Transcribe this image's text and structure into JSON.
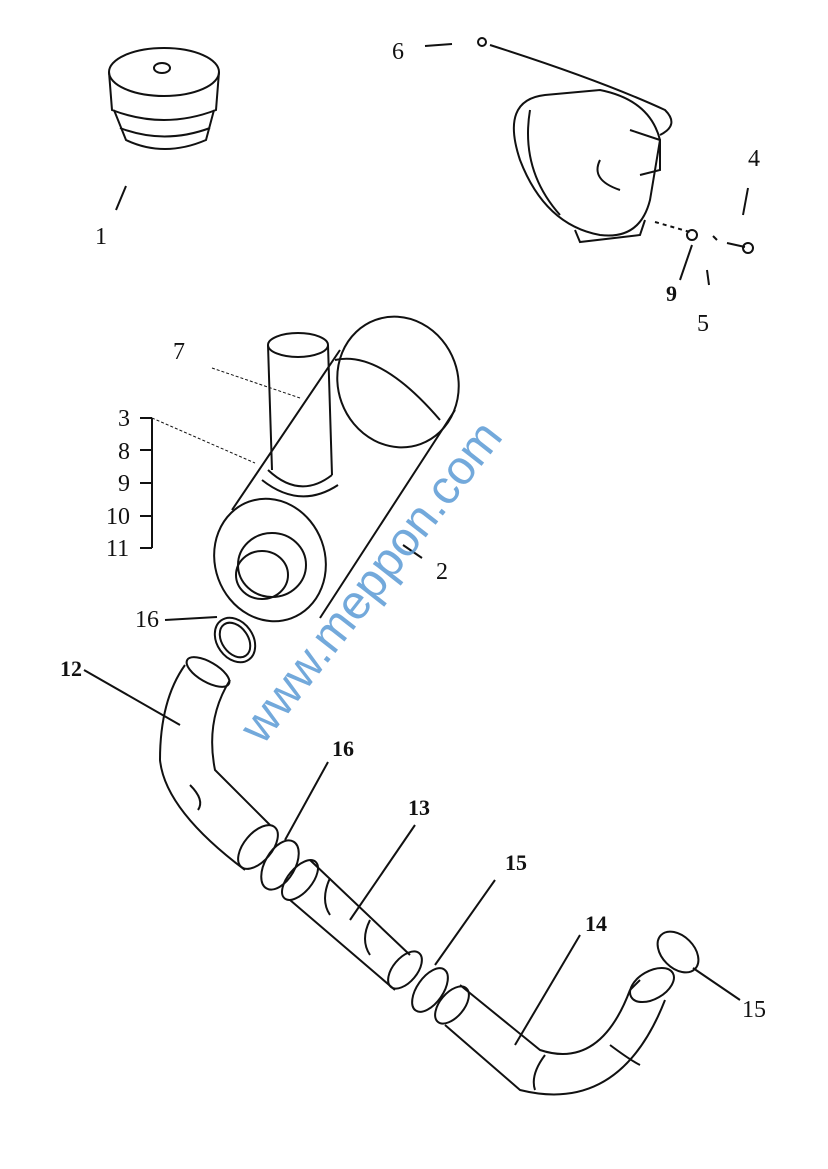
{
  "diagram": {
    "type": "exploded parts diagram - air cleaner assembly",
    "callouts": {
      "c1": "1",
      "c2": "2",
      "c3": "3",
      "c4": "4",
      "c5": "5",
      "c6": "6",
      "c7": "7",
      "c8": "8",
      "c9a": "9",
      "c9b": "9",
      "c10": "10",
      "c11": "11",
      "c12": "12",
      "c13": "13",
      "c14": "14",
      "c15a": "15",
      "c15b": "15",
      "c16a": "16",
      "c16b": "16"
    },
    "watermark": "www.meppon.com",
    "colors": {
      "ink": "#111111",
      "watermark": "#5b9bd5"
    }
  }
}
